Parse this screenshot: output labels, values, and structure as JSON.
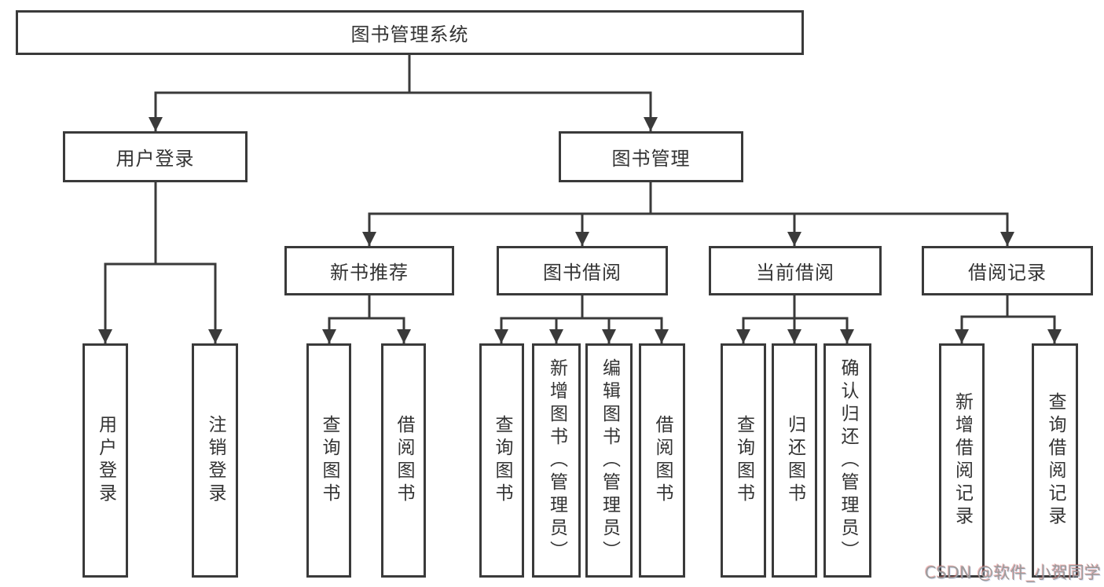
{
  "colors": {
    "line": "#3a3a3a",
    "box_border": "#3a3a3a",
    "text": "#333333",
    "watermark_gray": "#9b9b9b",
    "watermark_fringe_red": "#d65c5c"
  },
  "tree": {
    "root": {
      "label": "图书管理系统"
    },
    "children": [
      {
        "label": "用户登录",
        "children": [
          {
            "label": "用户登录"
          },
          {
            "label": "注销登录"
          }
        ]
      },
      {
        "label": "图书管理",
        "children": [
          {
            "label": "新书推荐",
            "children": [
              {
                "label": "查询图书"
              },
              {
                "label": "借阅图书"
              }
            ]
          },
          {
            "label": "图书借阅",
            "children": [
              {
                "label": "查询图书"
              },
              {
                "label": "新增图书（管理员）"
              },
              {
                "label": "编辑图书（管理员）"
              },
              {
                "label": "借阅图书"
              }
            ]
          },
          {
            "label": "当前借阅",
            "children": [
              {
                "label": "查询图书"
              },
              {
                "label": "归还图书"
              },
              {
                "label": "确认归还（管理员）"
              }
            ]
          },
          {
            "label": "借阅记录",
            "children": [
              {
                "label": "新增借阅记录"
              },
              {
                "label": "查询借阅记录"
              }
            ]
          }
        ]
      }
    ]
  },
  "watermark": {
    "text": "CSDN @软件_小贺同学"
  }
}
